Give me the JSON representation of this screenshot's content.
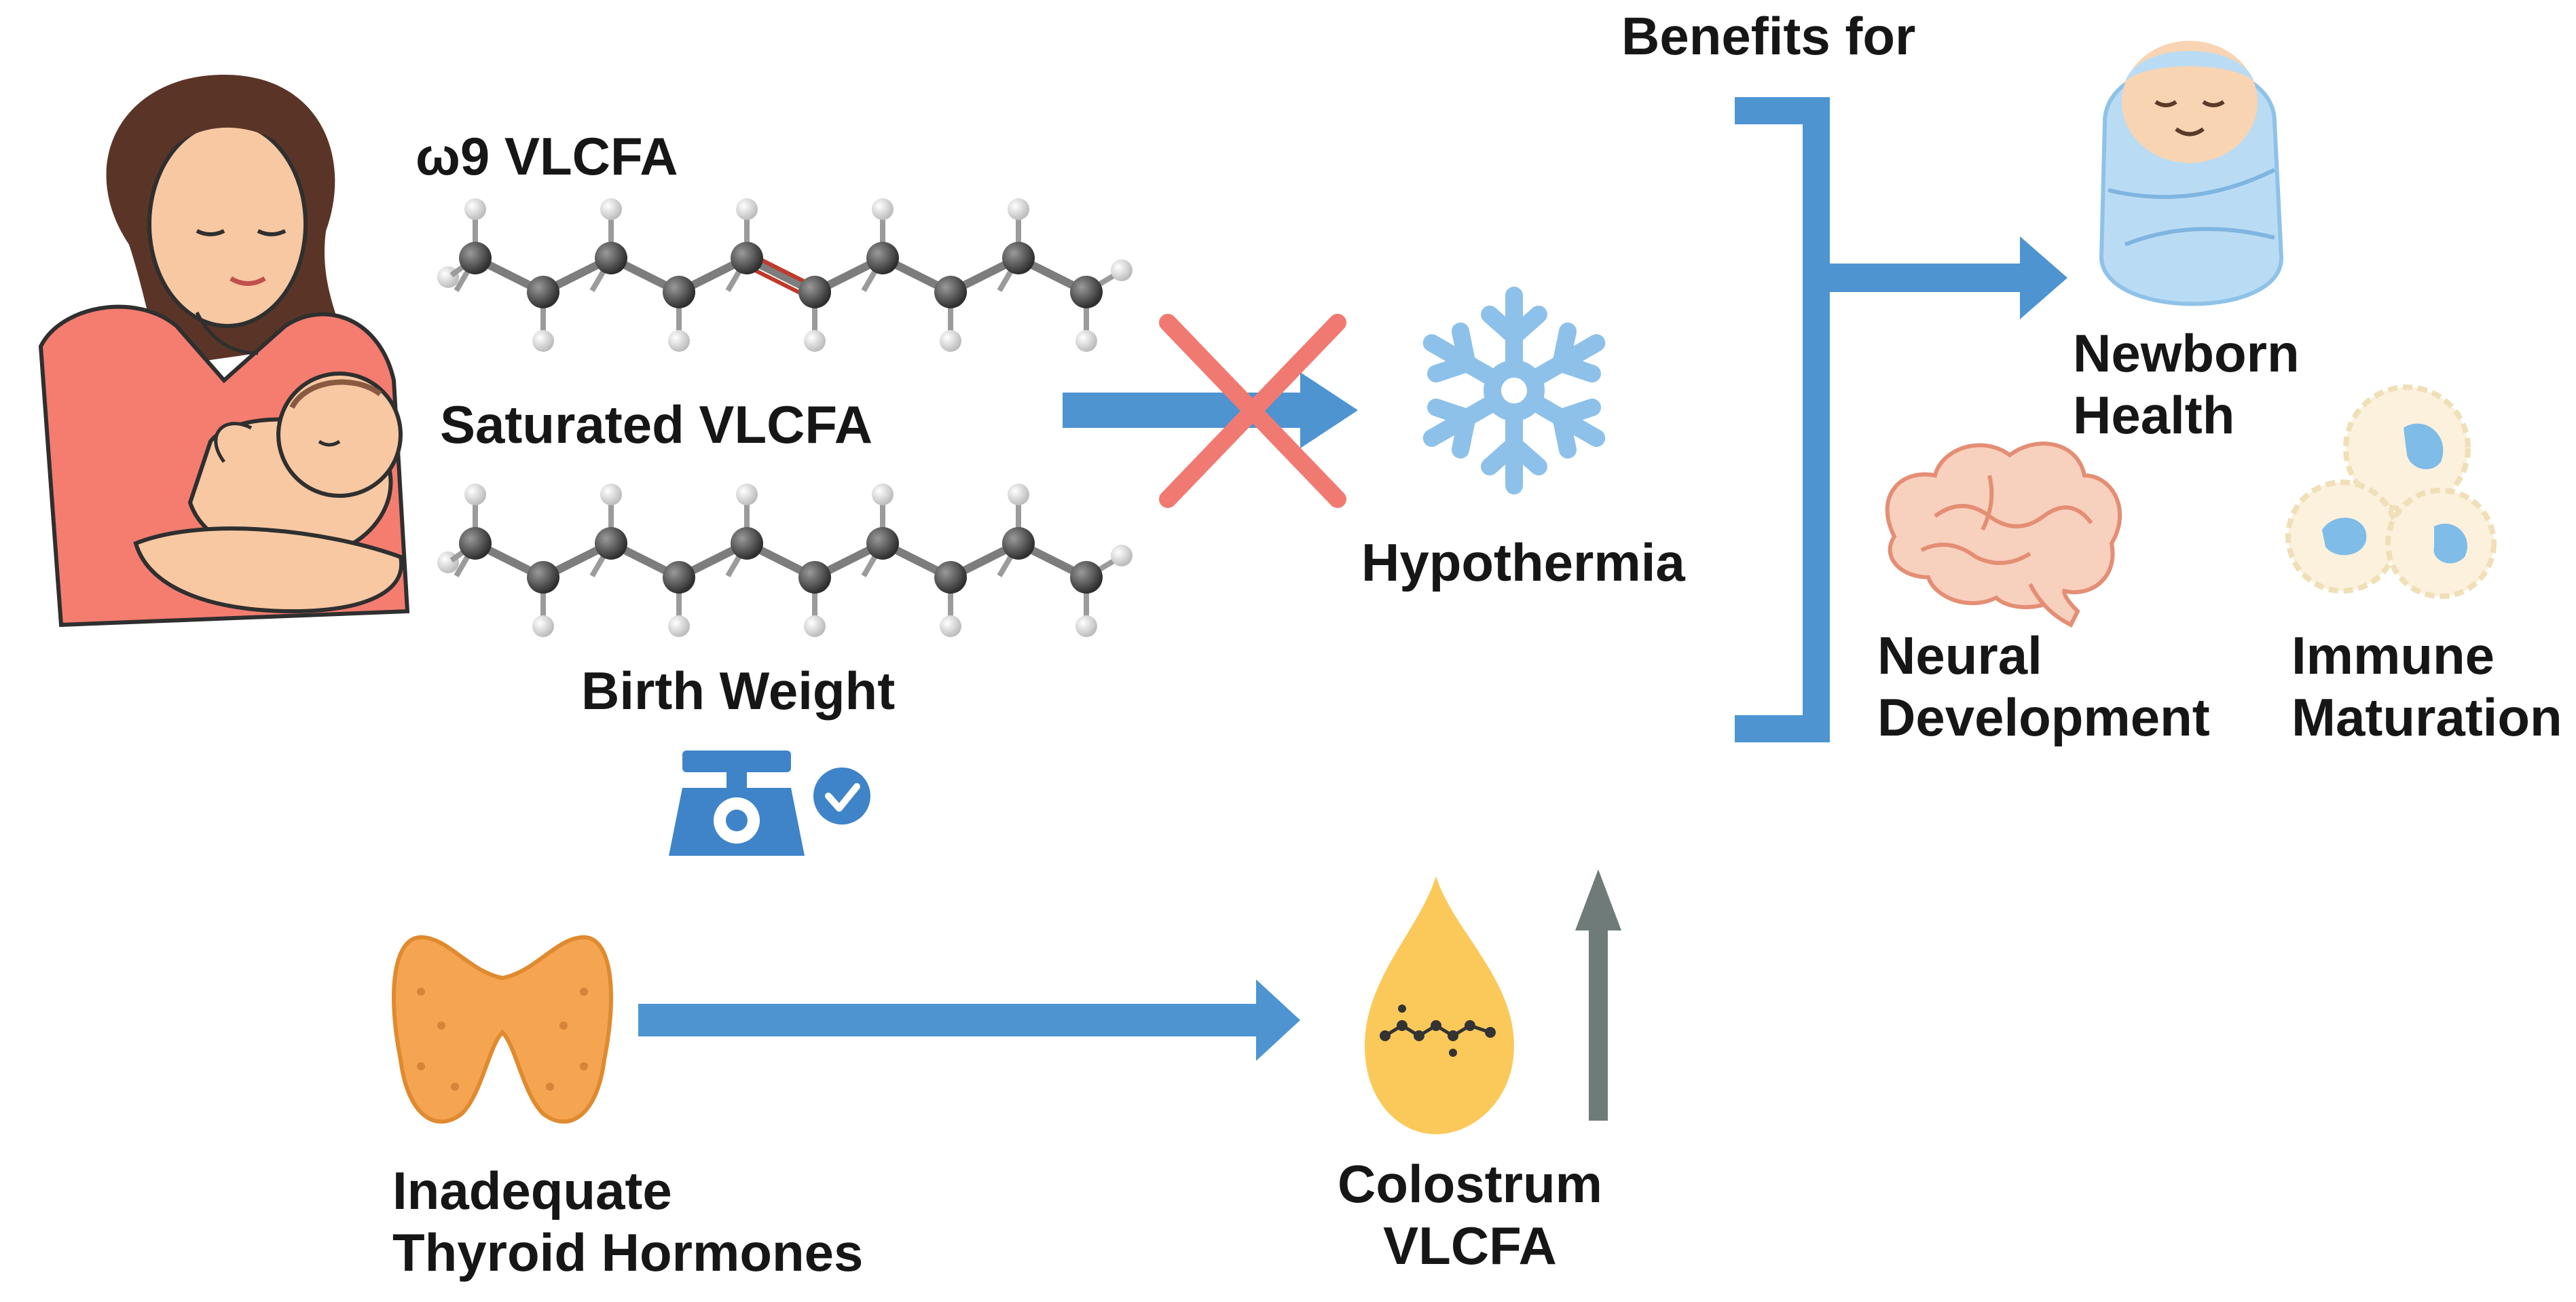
{
  "labels": {
    "omega9": "ω9 VLCFA",
    "saturated": "Saturated VLCFA",
    "birth_weight": "Birth Weight",
    "hypothermia": "Hypothermia",
    "benefits_for": "Benefits for",
    "newborn_health_1": "Newborn",
    "newborn_health_2": "Health",
    "neural_1": "Neural",
    "neural_2": "Development",
    "immune_1": "Immune",
    "immune_2": "Maturation",
    "thyroid_1": "Inadequate",
    "thyroid_2": "Thyroid Hormones",
    "colostrum_1": "Colostrum",
    "colostrum_2": "VLCFA"
  },
  "icons": [
    "breastfeeding-mother-icon",
    "molecule-icon",
    "scale-icon",
    "check-icon",
    "snowflake-icon",
    "baby-icon",
    "brain-icon",
    "immune-cells-icon",
    "thyroid-icon",
    "droplet-icon"
  ],
  "colors": {
    "arrow_blue": "#4d94d1",
    "cross_red": "#f07a72",
    "snow_blue": "#8dc1ea",
    "up_arrow_gray": "#6f7b78",
    "droplet_yellow": "#fbc95a",
    "thyroid_orange": "#f5a451"
  }
}
